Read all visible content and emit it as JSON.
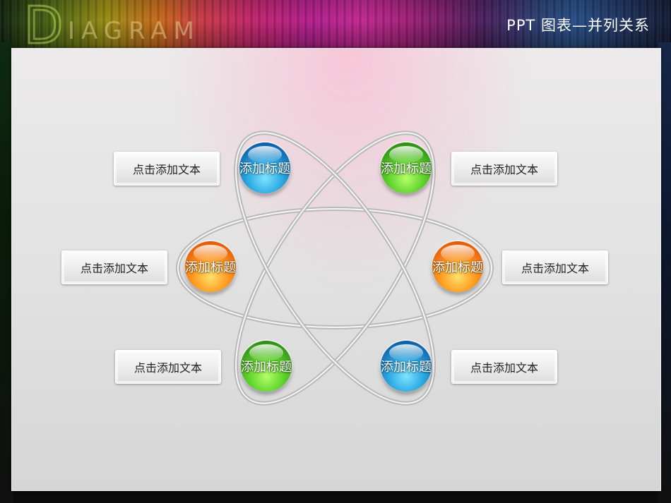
{
  "header": {
    "logo_initial": "D",
    "logo_rest": "IAGRAM",
    "title": "PPT 图表—并列关系"
  },
  "diagram": {
    "orbs": [
      {
        "label": "添加标题",
        "color": "blue"
      },
      {
        "label": "添加标题",
        "color": "green"
      },
      {
        "label": "添加标题",
        "color": "orange"
      },
      {
        "label": "添加标题",
        "color": "orange"
      },
      {
        "label": "添加标题",
        "color": "green"
      },
      {
        "label": "添加标题",
        "color": "blue"
      }
    ],
    "boxes": [
      {
        "text": "点击添加文本"
      },
      {
        "text": "点击添加文本"
      },
      {
        "text": "点击添加文本"
      },
      {
        "text": "点击添加文本"
      },
      {
        "text": "点击添加文本"
      },
      {
        "text": "点击添加文本"
      }
    ]
  }
}
